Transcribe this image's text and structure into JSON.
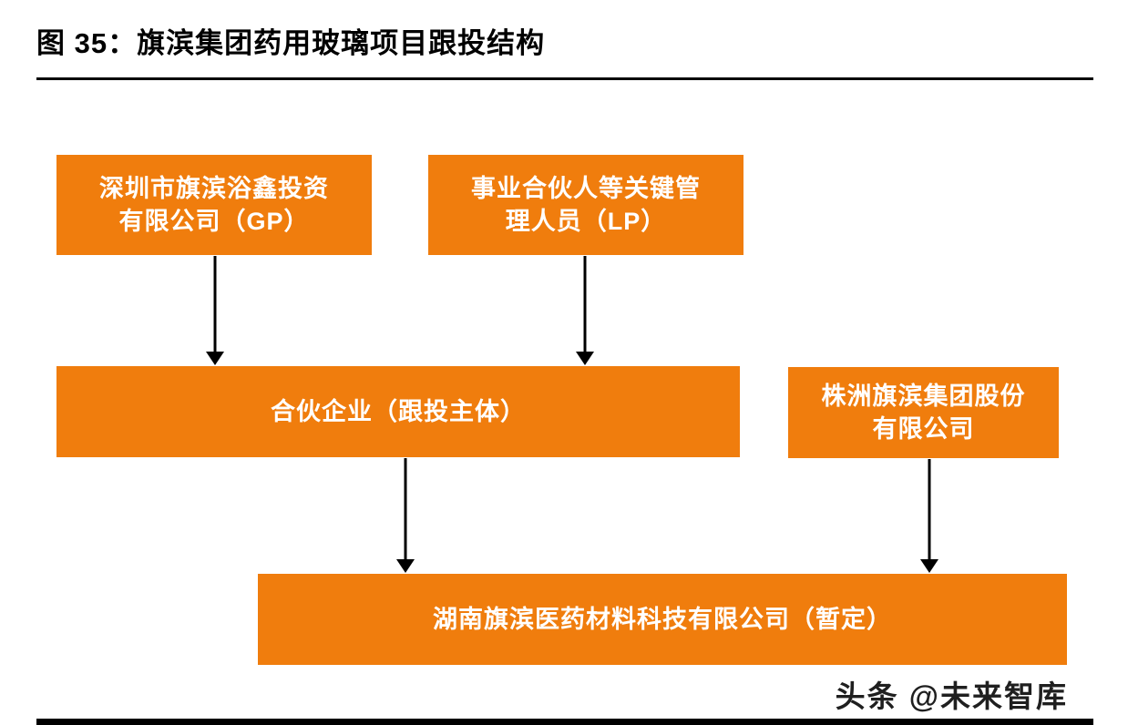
{
  "figure": {
    "title": "图 35：旗滨集团药用玻璃项目跟投结构"
  },
  "diagram": {
    "gp": {
      "label": "深圳市旗滨浴鑫投资\n有限公司（GP）"
    },
    "lp": {
      "label": "事业合伙人等关键管\n理人员（LP）"
    },
    "partnership": {
      "label": "合伙企业（跟投主体）"
    },
    "parent": {
      "label": "株洲旗滨集团股份\n有限公司"
    },
    "target": {
      "label": "湖南旗滨医药材料科技有限公司（暂定）"
    }
  },
  "colors": {
    "box": "#F07D0D",
    "arrow": "#000000",
    "title": "#000000"
  },
  "watermark": {
    "text": "头条 @未来智库"
  }
}
